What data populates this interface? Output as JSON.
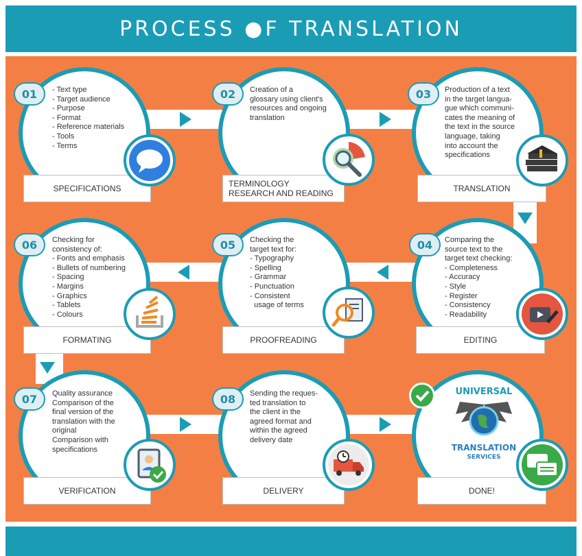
{
  "title": "PROCESS ●F TRANSLATION",
  "steps": [
    {
      "num": "01",
      "label": "SPECIFICATIONS",
      "items": [
        "- Text type",
        "- Target audience",
        "- Purpose",
        "- Format",
        "- Reference materials",
        "- Tools",
        "- Terms"
      ],
      "icon": "speech-bubble-icon"
    },
    {
      "num": "02",
      "label_lines": [
        "TERMINOLOGY",
        "RESEARCH AND READING"
      ],
      "text_lines": [
        "Creation of a",
        "glossary using client's",
        "resources and ongoing",
        "translation"
      ],
      "icon": "magnifier-chart-icon"
    },
    {
      "num": "03",
      "label": "TRANSLATION",
      "text_lines": [
        "Production of a text",
        "in the target langua-",
        "gue which communi-",
        "cates the meaning of",
        "the text in the source",
        "language, taking",
        "into account the",
        "specifications"
      ],
      "icon": "books-icon"
    },
    {
      "num": "04",
      "label": "EDITING",
      "text_lines": [
        "Comparing the",
        "source text to the",
        "target text checking:"
      ],
      "items": [
        "- Completeness",
        "- Accuracy",
        "- Style",
        "- Register",
        "- Consistency",
        "- Readability"
      ],
      "icon": "video-edit-icon"
    },
    {
      "num": "05",
      "label": "PROOFREADING",
      "text_lines": [
        "Checking the",
        "target text for:"
      ],
      "items": [
        "- Typography",
        "- Spelling",
        "- Grammar",
        "- Punctuation",
        "- Consistent",
        "  usage of terms"
      ],
      "icon": "document-search-icon"
    },
    {
      "num": "06",
      "label": "FORMATING",
      "text_lines": [
        "Checking for",
        "consistency of:"
      ],
      "items": [
        "- Fonts and emphasis",
        "- Bullets of numbering",
        "- Spacing",
        "- Margins",
        "- Graphics",
        "- Tablets",
        "- Colours"
      ],
      "icon": "stack-icon"
    },
    {
      "num": "07",
      "label": "VERIFICATION",
      "text_lines": [
        "Quality assurance",
        "Comparison of the",
        "final version of the",
        "translation with the",
        "original",
        "Comparison with",
        "specifications"
      ],
      "icon": "id-badge-check-icon"
    },
    {
      "num": "08",
      "label": "DELIVERY",
      "text_lines": [
        "Sending the reques-",
        "ted translation to",
        "the client in the",
        "agreed format and",
        "within the agreed",
        "delivery date"
      ],
      "icon": "delivery-truck-icon"
    },
    {
      "label": "DONE!",
      "logo": {
        "top": "UNIVERSAL",
        "middle": "TRANSLATION",
        "bottom": "SERVICES"
      },
      "icon": "chat-bubbles-icon",
      "check_icon": "check-icon"
    }
  ],
  "colors": {
    "teal": "#1b9cb5",
    "orange": "#f47f44",
    "white": "#ffffff"
  }
}
